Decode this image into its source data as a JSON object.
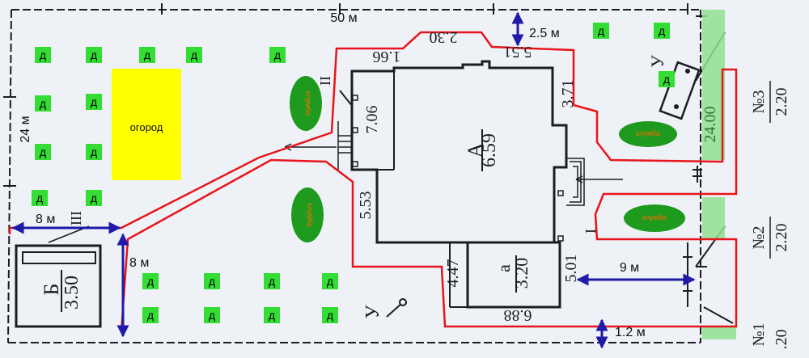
{
  "dimensions": {
    "width_top": "50 м",
    "height_left": "24 м",
    "gap_top": "2.5 м",
    "gap_bottom": "1.2 м",
    "path_width_left": "8 м",
    "path_height_left": "8 м",
    "lawn_to_fence": "9 м"
  },
  "labels": {
    "garden": "огород",
    "tree_mark": "д",
    "flowerbed": "клумба"
  },
  "plan_text": {
    "house_letter": "А",
    "house_value": "6.59",
    "annex_letter": "а",
    "annex_value": "3.20",
    "shed_letter": "Б",
    "shed_value": "3.50",
    "wall_706": "7.06",
    "wall_553": "5.53",
    "wall_447": "4.47",
    "wall_501": "5.01",
    "wall_371": "3.71",
    "wall_551": "5.51",
    "wall_230": "2.30",
    "wall_166": "1.66",
    "wall_688": "6.88",
    "fence_2400": "24.00",
    "gate_no3": "№3",
    "gate_no3_val": "2.20",
    "gate_no2": "№2",
    "gate_no2_val": "2.20",
    "gate_no1": "№1",
    "gate_no1_val": ".20",
    "roman_II": "II",
    "roman_III": "III",
    "roman_I": "I",
    "letter_U1": "У",
    "letter_U2": "У"
  },
  "colors": {
    "paper": "#eef2f6",
    "ink": "#1c1c22",
    "path_red": "#e8141c",
    "arrow_blue": "#1f1aa8",
    "tree_green": "#33dd33",
    "flowerbed_green": "#1e9a1e",
    "flowerbed_text": "#ff6a00",
    "garden_yellow": "#ffff00",
    "strip_green": "#8fe08f"
  }
}
